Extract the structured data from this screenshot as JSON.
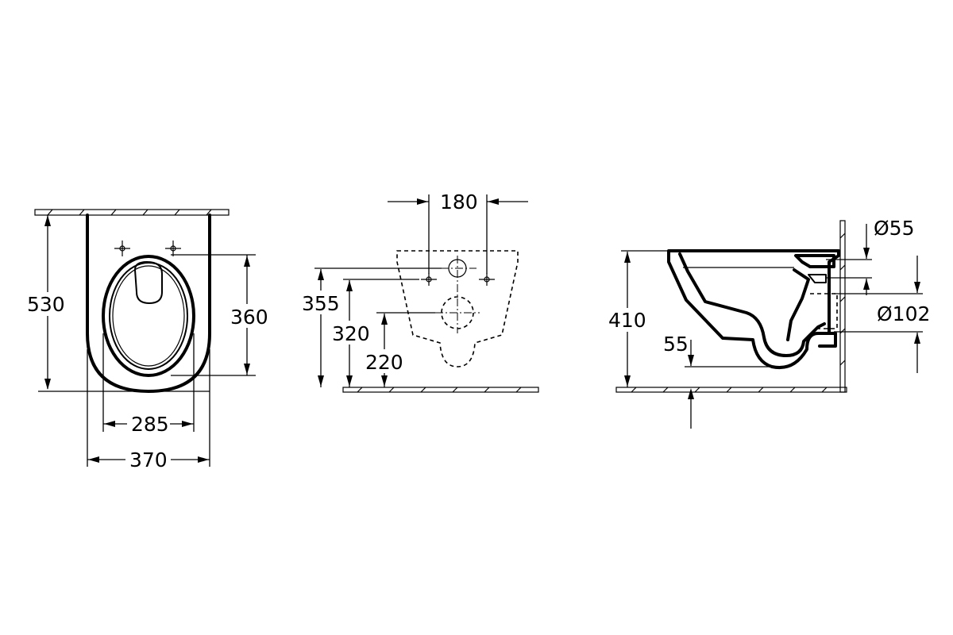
{
  "views": {
    "top": {
      "dim_height": "530",
      "dim_seat_depth": "360",
      "dim_inner_width": "285",
      "dim_width": "370"
    },
    "rear": {
      "dim_hole_spacing": "180",
      "dim_355": "355",
      "dim_320": "320",
      "dim_220": "220"
    },
    "side": {
      "dim_height": "410",
      "dim_55": "55",
      "dim_diam55": "Ø55",
      "dim_diam102": "Ø102"
    }
  }
}
